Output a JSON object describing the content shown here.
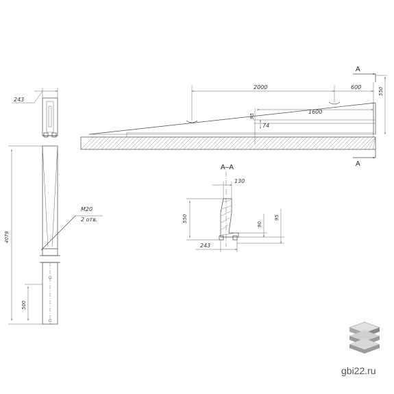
{
  "dimensions": {
    "left_width": "243",
    "left_height": "4078",
    "left_sub": "500",
    "bolt_size": "M20",
    "bolt_holes": "2 отв.",
    "top_span": "2000",
    "top_right": "600",
    "top_height": "550",
    "mid_span": "1600",
    "small_a": "95",
    "small_b": "74",
    "section_top": "130",
    "section_height": "550",
    "section_bottom": "243",
    "section_notch_a": "90",
    "section_notch_b": "95"
  },
  "labels": {
    "section_mark": "A",
    "section_title": "A–A"
  },
  "brand": {
    "site": "gbi22.ru",
    "logo_icon": "stacked-slabs-icon"
  },
  "colors": {
    "line": "#444444",
    "logo_top": "#d8d8d8",
    "logo_side": "#9a9a9a"
  }
}
